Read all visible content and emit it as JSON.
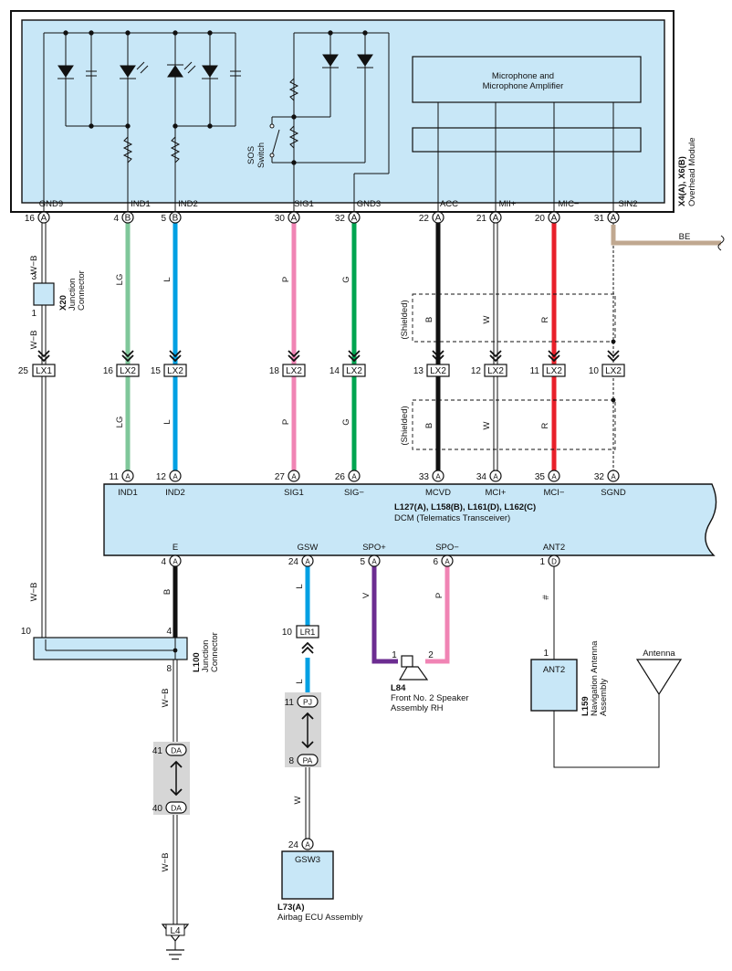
{
  "colors": {
    "LG": "#7fc79a",
    "L": "#00a0e3",
    "P": "#f084b4",
    "G": "#00a550",
    "B": "#111111",
    "W": "#ffffff",
    "R": "#e8202a",
    "BE": "#c0a890",
    "V": "#6c2d91",
    "module_fill": "#c8e7f7",
    "shade": "#d6d6d6"
  },
  "overhead": {
    "id": "X4(A), X6(B)",
    "name": "Overhead Module",
    "mic_label_1": "Microphone and",
    "mic_label_2": "Microphone Amplifier",
    "sos_1": "SOS",
    "sos_2": "Switch",
    "terminals": [
      {
        "name": "GND9",
        "pin": "16",
        "conn": "A"
      },
      {
        "name": "IND1",
        "pin": "4",
        "conn": "B"
      },
      {
        "name": "IND2",
        "pin": "5",
        "conn": "B"
      },
      {
        "name": "SIG1",
        "pin": "30",
        "conn": "A"
      },
      {
        "name": "GND3",
        "pin": "32",
        "conn": "A"
      },
      {
        "name": "ACC",
        "pin": "22",
        "conn": "A"
      },
      {
        "name": "MII+",
        "pin": "21",
        "conn": "A"
      },
      {
        "name": "MIC−",
        "pin": "20",
        "conn": "A"
      },
      {
        "name": "SIN2",
        "pin": "31",
        "conn": "A"
      }
    ]
  },
  "wire_labels": {
    "wb": "W−B",
    "lg": "LG",
    "l": "L",
    "p": "P",
    "g": "G",
    "b": "B",
    "w": "W",
    "r": "R",
    "be": "BE",
    "v": "V",
    "hash": "#"
  },
  "shielded": "(Shielded)",
  "x20": {
    "id": "X20",
    "name_1": "Junction",
    "name_2": "Connector",
    "pin_top": "3",
    "pin_bottom": "1"
  },
  "lx": {
    "lx1": {
      "pin": "25",
      "conn": "LX1"
    },
    "row": [
      {
        "pin": "16",
        "conn": "LX2"
      },
      {
        "pin": "15",
        "conn": "LX2"
      },
      {
        "pin": "18",
        "conn": "LX2"
      },
      {
        "pin": "14",
        "conn": "LX2"
      },
      {
        "pin": "13",
        "conn": "LX2"
      },
      {
        "pin": "12",
        "conn": "LX2"
      },
      {
        "pin": "11",
        "conn": "LX2"
      },
      {
        "pin": "10",
        "conn": "LX2"
      }
    ]
  },
  "dcm": {
    "id": "L127(A), L158(B), L161(D), L162(C)",
    "name": "DCM (Telematics Transceiver)",
    "top_terminals": [
      {
        "name": "IND1",
        "pin": "11",
        "conn": "A"
      },
      {
        "name": "IND2",
        "pin": "12",
        "conn": "A"
      },
      {
        "name": "SIG1",
        "pin": "27",
        "conn": "A"
      },
      {
        "name": "SIG−",
        "pin": "26",
        "conn": "A"
      },
      {
        "name": "MCVD",
        "pin": "33",
        "conn": "A"
      },
      {
        "name": "MCI+",
        "pin": "34",
        "conn": "A"
      },
      {
        "name": "MCI−",
        "pin": "35",
        "conn": "A"
      },
      {
        "name": "SGND",
        "pin": "32",
        "conn": "A"
      }
    ],
    "bottom_terminals": [
      {
        "name": "E",
        "pin": "4",
        "conn": "A"
      },
      {
        "name": "GSW",
        "pin": "24",
        "conn": "A"
      },
      {
        "name": "SPO+",
        "pin": "5",
        "conn": "A"
      },
      {
        "name": "SPO−",
        "pin": "6",
        "conn": "A"
      },
      {
        "name": "ANT2",
        "pin": "1",
        "conn": "D"
      }
    ]
  },
  "l100": {
    "id": "L100",
    "name_1": "Junction",
    "name_2": "Connector",
    "pin_left": "10",
    "pin_top": "4",
    "pin_bottom": "8"
  },
  "lr1": {
    "pin": "10",
    "conn": "LR1"
  },
  "pj": {
    "pin": "11",
    "conn": "PJ"
  },
  "pa": {
    "pin": "8",
    "conn": "PA"
  },
  "da_top": {
    "pin": "41",
    "conn": "DA"
  },
  "da_bottom": {
    "pin": "40",
    "conn": "DA"
  },
  "speaker": {
    "id": "L84",
    "name_1": "Front No. 2 Speaker",
    "name_2": "Assembly RH",
    "pin_left": "1",
    "pin_right": "2"
  },
  "nav": {
    "id": "L159",
    "name_1": "Navigation Antenna",
    "name_2": "Assembly",
    "terminal": "ANT2",
    "pin": "1"
  },
  "antenna": {
    "label": "Antenna"
  },
  "airbag": {
    "id": "L73(A)",
    "name": "Airbag ECU Assembly",
    "terminal": "GSW3",
    "pin": "24",
    "conn": "A"
  },
  "ground": {
    "label": "L4"
  }
}
